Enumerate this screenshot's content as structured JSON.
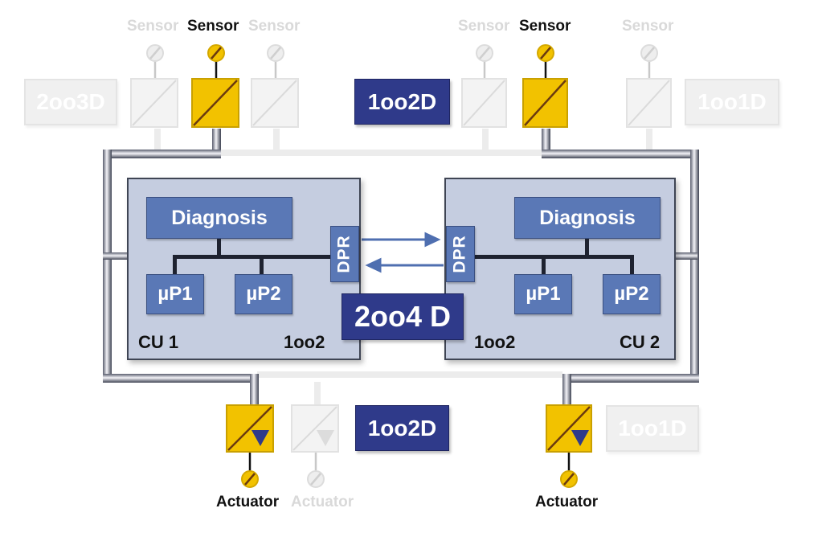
{
  "diagram": {
    "title": "2oo4D redundant control architecture",
    "colors": {
      "active_module": "#f2c200",
      "mode_box": "#2f3a8a",
      "cu_background": "#c5cde0",
      "inner_block": "#5a78b6",
      "faded": "#e6e6e6"
    },
    "top": {
      "sensor_labels": [
        {
          "text": "Sensor",
          "state": "faded"
        },
        {
          "text": "Sensor",
          "state": "active"
        },
        {
          "text": "Sensor",
          "state": "faded"
        },
        {
          "text": "Sensor",
          "state": "faded"
        },
        {
          "text": "Sensor",
          "state": "active"
        },
        {
          "text": "Sensor",
          "state": "faded"
        }
      ],
      "modes": [
        {
          "text": "2oo3D",
          "state": "faded"
        },
        {
          "text": "1oo2D",
          "state": "active"
        },
        {
          "text": "1oo1D",
          "state": "faded"
        }
      ]
    },
    "cu1": {
      "name": "CU 1",
      "mode": "1oo2",
      "diagnosis": "Diagnosis",
      "processors": [
        "µP1",
        "µP2"
      ],
      "dpr": "DPR"
    },
    "cu2": {
      "name": "CU 2",
      "mode": "1oo2",
      "diagnosis": "Diagnosis",
      "processors": [
        "µP1",
        "µP2"
      ],
      "dpr": "DPR"
    },
    "center_mode": "2oo4 D",
    "bottom": {
      "actuator_labels": [
        {
          "text": "Actuator",
          "state": "active"
        },
        {
          "text": "Actuator",
          "state": "faded"
        },
        {
          "text": "Actuator",
          "state": "active"
        }
      ],
      "modes": [
        {
          "text": "1oo2D",
          "state": "active"
        },
        {
          "text": "1oo1D",
          "state": "faded"
        }
      ]
    }
  }
}
